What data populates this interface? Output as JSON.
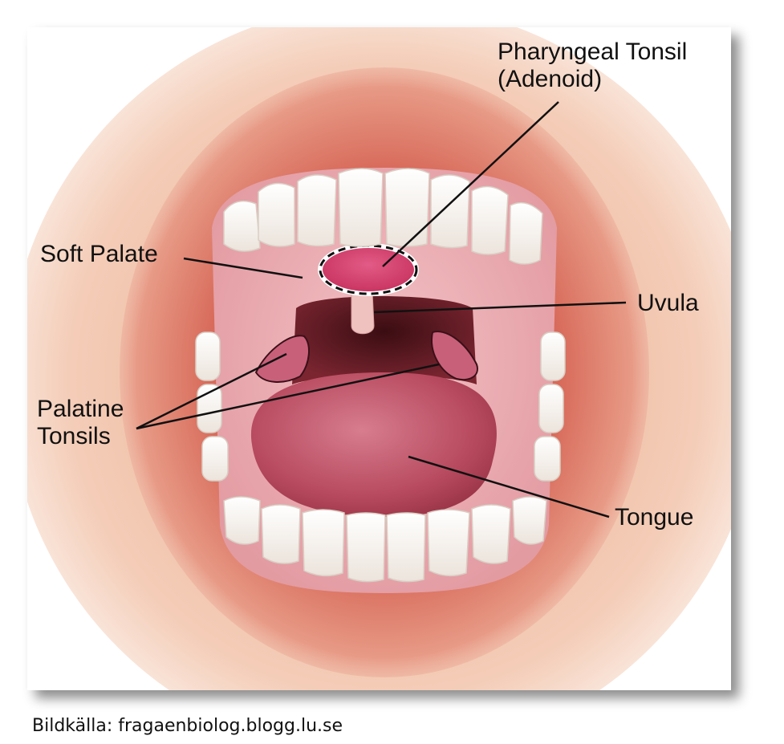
{
  "labels": {
    "pharyngeal_line1": "Pharyngeal Tonsil",
    "pharyngeal_line2": "(Adenoid)",
    "soft_palate": "Soft Palate",
    "uvula": "Uvula",
    "palatine_line1": "Palatine",
    "palatine_line2": "Tonsils",
    "tongue": "Tongue"
  },
  "caption": "Bildkälla: fragaenbiolog.blogg.lu.se"
}
